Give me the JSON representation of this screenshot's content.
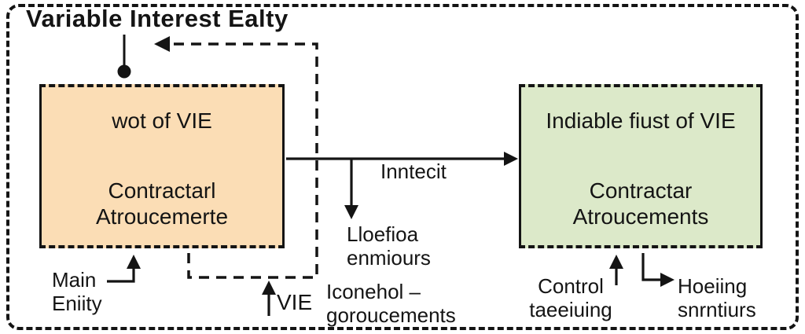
{
  "title": "Variable Interest Ealty",
  "boxes": {
    "left": {
      "top_text": "wot of VIE",
      "bottom_text": "Contractarl\nAtroucemerte"
    },
    "right": {
      "top_text": "Indiable fiust of VIE",
      "bottom_text": "Contractar\nAtroucements"
    }
  },
  "labels": {
    "interest": "Inntecit",
    "losses": "Lloefioa\nenmiours",
    "main_entity": "Main\nEniity",
    "vie": "VIE",
    "license": "Iconehol –\ngoroucements",
    "control": "Control\ntaeeiuing",
    "holding": "Hoeiing\nsnrntiurs"
  },
  "colors": {
    "left_box_fill": "#FBDDB5",
    "right_box_fill": "#DCE9C9",
    "line": "#141414"
  }
}
